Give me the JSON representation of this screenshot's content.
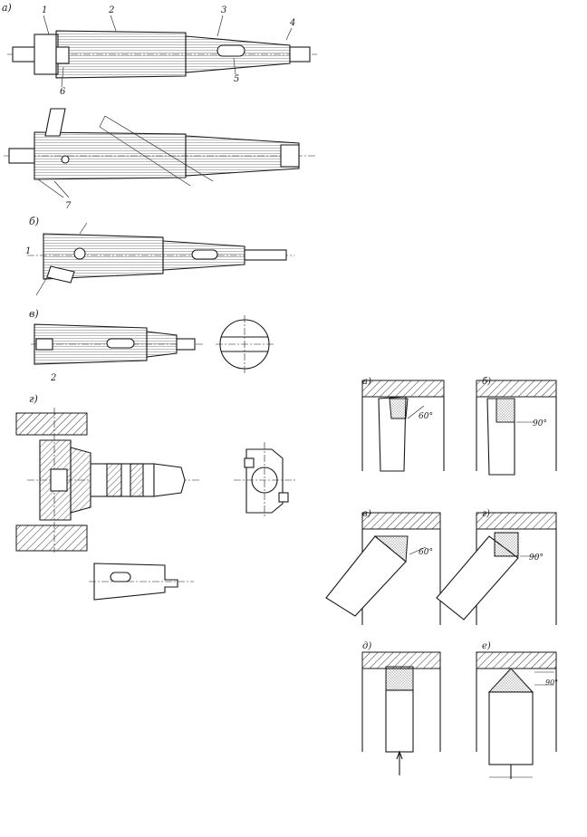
{
  "left_figure": {
    "panel_a_label": "а)",
    "panel_b_label": "б)",
    "panel_v_label": "в)",
    "panel_g_label": "г)",
    "callouts_top": [
      "1",
      "2",
      "3",
      "4",
      "5",
      "6"
    ],
    "callout_7": "7",
    "callout_b_1": "1",
    "callout_v_2": "2"
  },
  "right_figure": {
    "panels": [
      {
        "label": "а)",
        "angle": "60°"
      },
      {
        "label": "б)",
        "angle": "90°"
      },
      {
        "label": "в)",
        "angle": "60°"
      },
      {
        "label": "г)",
        "angle": "90°"
      },
      {
        "label": "д)",
        "angle": ""
      },
      {
        "label": "е)",
        "angle": "90°"
      }
    ]
  }
}
